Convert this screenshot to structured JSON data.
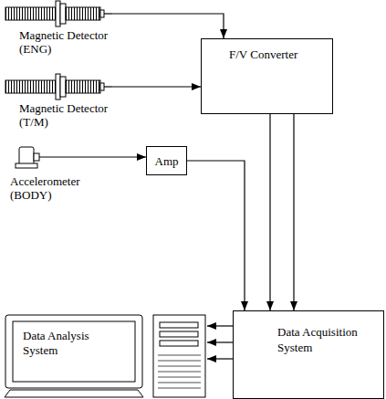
{
  "diagram": {
    "nodes": [
      {
        "text": [
          "Magnetic Detector",
          "(ENG)"
        ]
      },
      {
        "text": [
          "Magnetic Detector",
          "(T/M)"
        ]
      },
      {
        "text": [
          "Accelerometer",
          "(BODY)"
        ]
      },
      {
        "text": [
          "F/V Converter"
        ]
      },
      {
        "text": [
          "Amp"
        ]
      },
      {
        "text": [
          "Data Acquisition System"
        ]
      },
      {
        "text": [
          "Data Analysis System"
        ]
      }
    ],
    "edges": [
      {
        "from": 0,
        "to": 3,
        "arrow": "to"
      },
      {
        "from": 1,
        "to": 3,
        "arrow": "to"
      },
      {
        "from": 2,
        "to": 4,
        "arrow": "to"
      },
      {
        "from": 4,
        "to": 5,
        "arrow": "to"
      },
      {
        "from": 3,
        "to": 5,
        "arrow": "to"
      },
      {
        "from": 3,
        "to": 5,
        "arrow": "to"
      },
      {
        "from": 5,
        "to": 6,
        "arrow": "to"
      },
      {
        "from": 5,
        "to": 6,
        "arrow": "to"
      },
      {
        "from": 5,
        "to": 6,
        "arrow": "to"
      }
    ]
  }
}
